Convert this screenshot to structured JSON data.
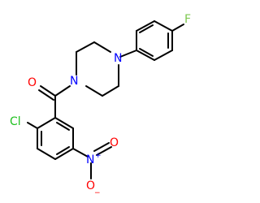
{
  "molecule": {
    "atoms": {
      "fluorine": "F",
      "piperazine_n_top": "N",
      "piperazine_n_bottom": "N",
      "carbonyl_oxygen": "O",
      "chlorine": "Cl",
      "nitro_n": "N",
      "nitro_n_charge": "+",
      "nitro_o_top": "O",
      "nitro_o_bottom": "O",
      "nitro_o_charge": "−"
    }
  },
  "colors": {
    "bond": "#000000",
    "fluorine": "#7ec850",
    "nitrogen": "#0000ff",
    "oxygen": "#ff0000",
    "chlorine": "#1fc01f"
  }
}
